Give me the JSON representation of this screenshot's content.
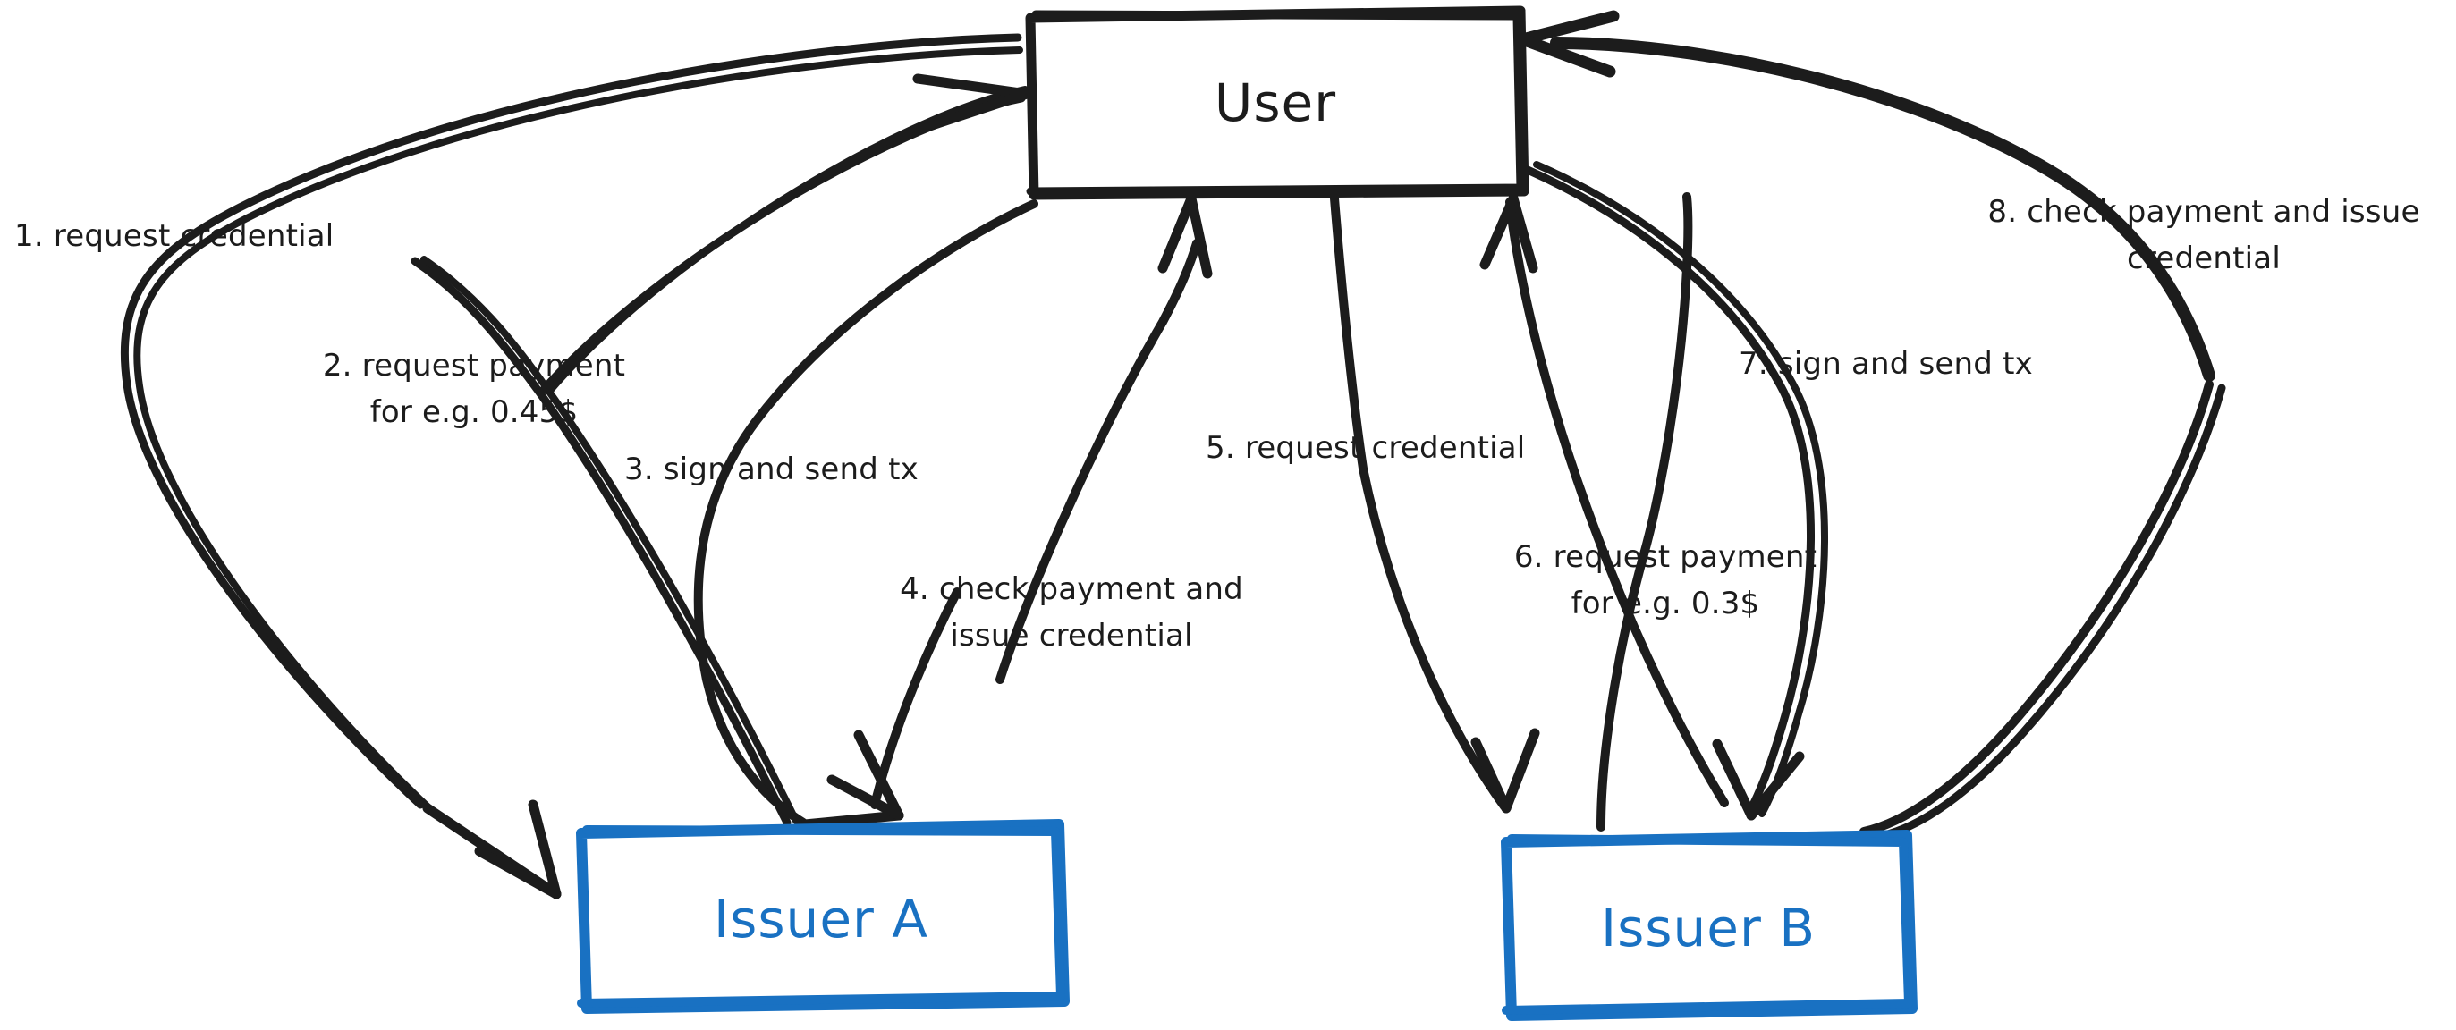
{
  "diagram": {
    "title": "Credential issuance with payment flow",
    "background_color": "#ffffff",
    "stroke_color": "#1c1c1c",
    "accent_color": "#1971c2",
    "style": "hand-drawn"
  },
  "nodes": [
    {
      "id": "user",
      "label": "User",
      "color": "#1c1c1c"
    },
    {
      "id": "issuer_a",
      "label": "Issuer A",
      "color": "#1971c2"
    },
    {
      "id": "issuer_b",
      "label": "Issuer B",
      "color": "#1971c2"
    }
  ],
  "edges": [
    {
      "id": "e1",
      "number": "1.",
      "from": "user",
      "to": "issuer_a",
      "lines": [
        "1. request credential"
      ]
    },
    {
      "id": "e2",
      "number": "2.",
      "from": "issuer_a",
      "to": "user",
      "lines": [
        "2. request payment",
        "for e.g. 0.45$"
      ]
    },
    {
      "id": "e3",
      "number": "3.",
      "from": "user",
      "to": "issuer_a",
      "lines": [
        "3. sign and send tx"
      ]
    },
    {
      "id": "e4",
      "number": "4.",
      "from": "issuer_a",
      "to": "user",
      "lines": [
        "4. check payment and",
        "issue credential"
      ]
    },
    {
      "id": "e5",
      "number": "5.",
      "from": "user",
      "to": "issuer_b",
      "lines": [
        "5. request credential"
      ]
    },
    {
      "id": "e6",
      "number": "6.",
      "from": "issuer_b",
      "to": "user",
      "lines": [
        "6. request payment",
        "for e.g. 0.3$"
      ]
    },
    {
      "id": "e7",
      "number": "7.",
      "from": "user",
      "to": "issuer_b",
      "lines": [
        "7. sign and send tx"
      ]
    },
    {
      "id": "e8",
      "number": "8.",
      "from": "issuer_b",
      "to": "user",
      "lines": [
        "8. check payment and issue",
        "credential"
      ]
    }
  ]
}
